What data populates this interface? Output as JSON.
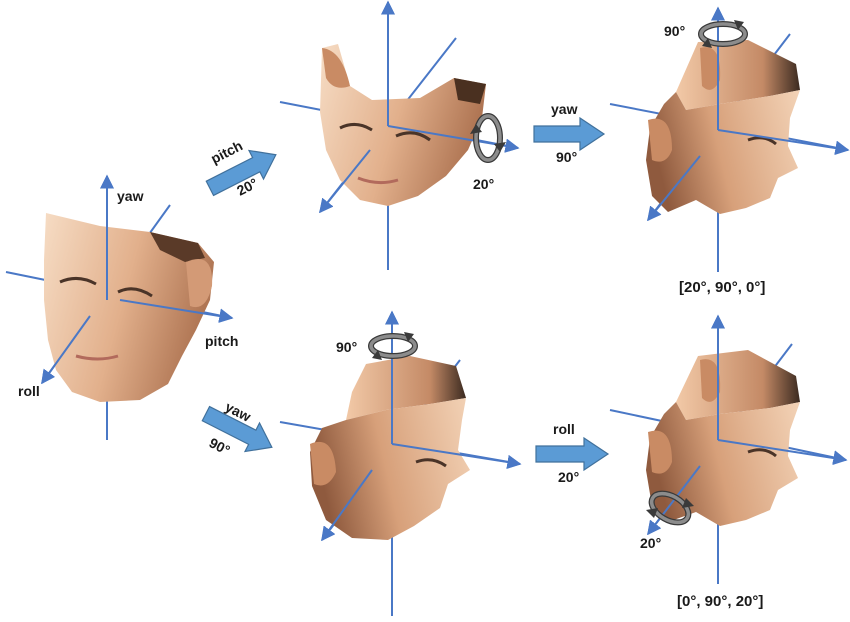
{
  "axes": {
    "yaw": "yaw",
    "pitch": "pitch",
    "roll": "roll"
  },
  "steps": {
    "start_to_top": {
      "label": "pitch",
      "angle": "20°"
    },
    "top_middle_rotation": "20°",
    "top_to_right": {
      "label": "yaw",
      "angle": "90°"
    },
    "top_right_rotation": "90°",
    "start_to_bottom": {
      "label": "yaw",
      "angle": "90°"
    },
    "bottom_middle_rotation": "90°",
    "bottom_to_right": {
      "label": "roll",
      "angle": "20°"
    },
    "bottom_right_rotation": "20°"
  },
  "results": {
    "top": "[20°, 90°, 0°]",
    "bottom": "[0°, 90°, 20°]"
  },
  "colors": {
    "axis": "#4a78c6",
    "arrow_fill": "#5b9bd5",
    "arrow_stroke": "#41719c",
    "skin_light": "#efc9a8",
    "skin_mid": "#d9a27b",
    "skin_dark": "#9a6547",
    "hair": "#3b2a20",
    "rot_fill": "#8c8c8c",
    "rot_stroke": "#3a3a3a"
  }
}
